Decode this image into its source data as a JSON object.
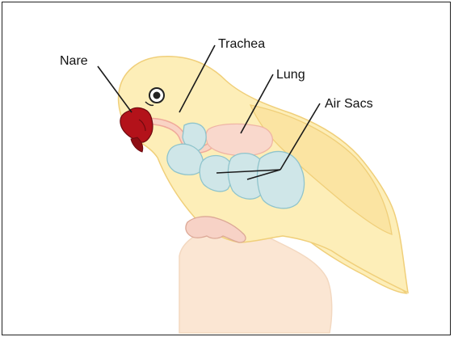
{
  "labels": {
    "nare": "Nare",
    "trachea": "Trachea",
    "lung": "Lung",
    "air_sacs": "Air Sacs"
  },
  "colors": {
    "body": "#fdeeb8",
    "body_outline": "#f0cf7a",
    "perch": "#fbe6d3",
    "beak": "#b3121a",
    "feet": "#f7d2c6",
    "trachea": "#f9d3c4",
    "lung": "#f9d8cc",
    "air_sacs": "#cfe6e8",
    "air_sac_outline": "#8fc4cc"
  }
}
